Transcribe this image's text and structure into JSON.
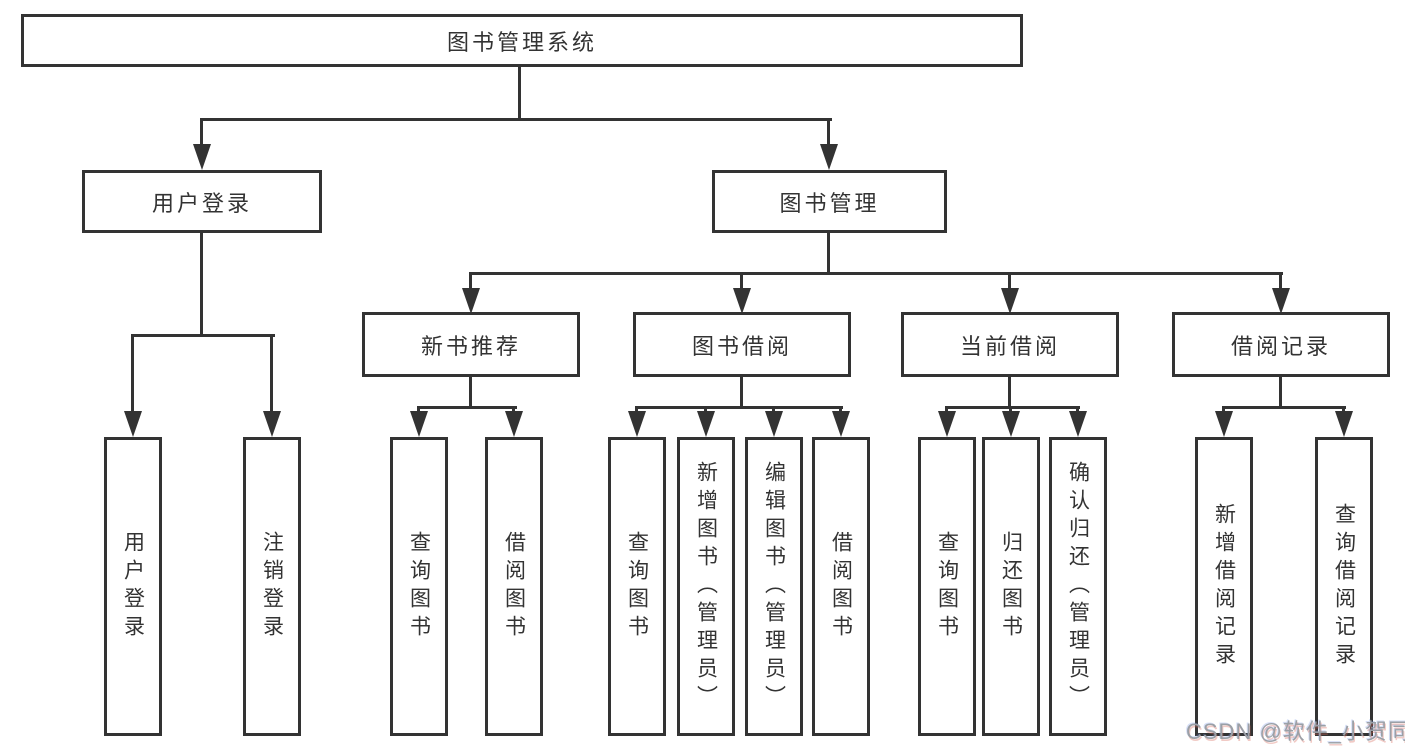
{
  "colors": {
    "line": "#333333",
    "text": "#333333",
    "background": "#ffffff",
    "watermark": "#9ba0a6"
  },
  "watermark": "CSDN @软件_小贺同学",
  "tree": {
    "root": "图书管理系统",
    "branches": [
      {
        "label": "用户登录",
        "leaves": [
          "用户登录",
          "注销登录"
        ]
      },
      {
        "label": "图书管理",
        "groups": [
          {
            "label": "新书推荐",
            "leaves": [
              "查询图书",
              "借阅图书"
            ]
          },
          {
            "label": "图书借阅",
            "leaves": [
              "查询图书",
              "新增图书（管理员）",
              "编辑图书（管理员）",
              "借阅图书"
            ]
          },
          {
            "label": "当前借阅",
            "leaves": [
              "查询图书",
              "归还图书",
              "确认归还（管理员）"
            ]
          },
          {
            "label": "借阅记录",
            "leaves": [
              "新增借阅记录",
              "查询借阅记录"
            ]
          }
        ]
      }
    ]
  }
}
